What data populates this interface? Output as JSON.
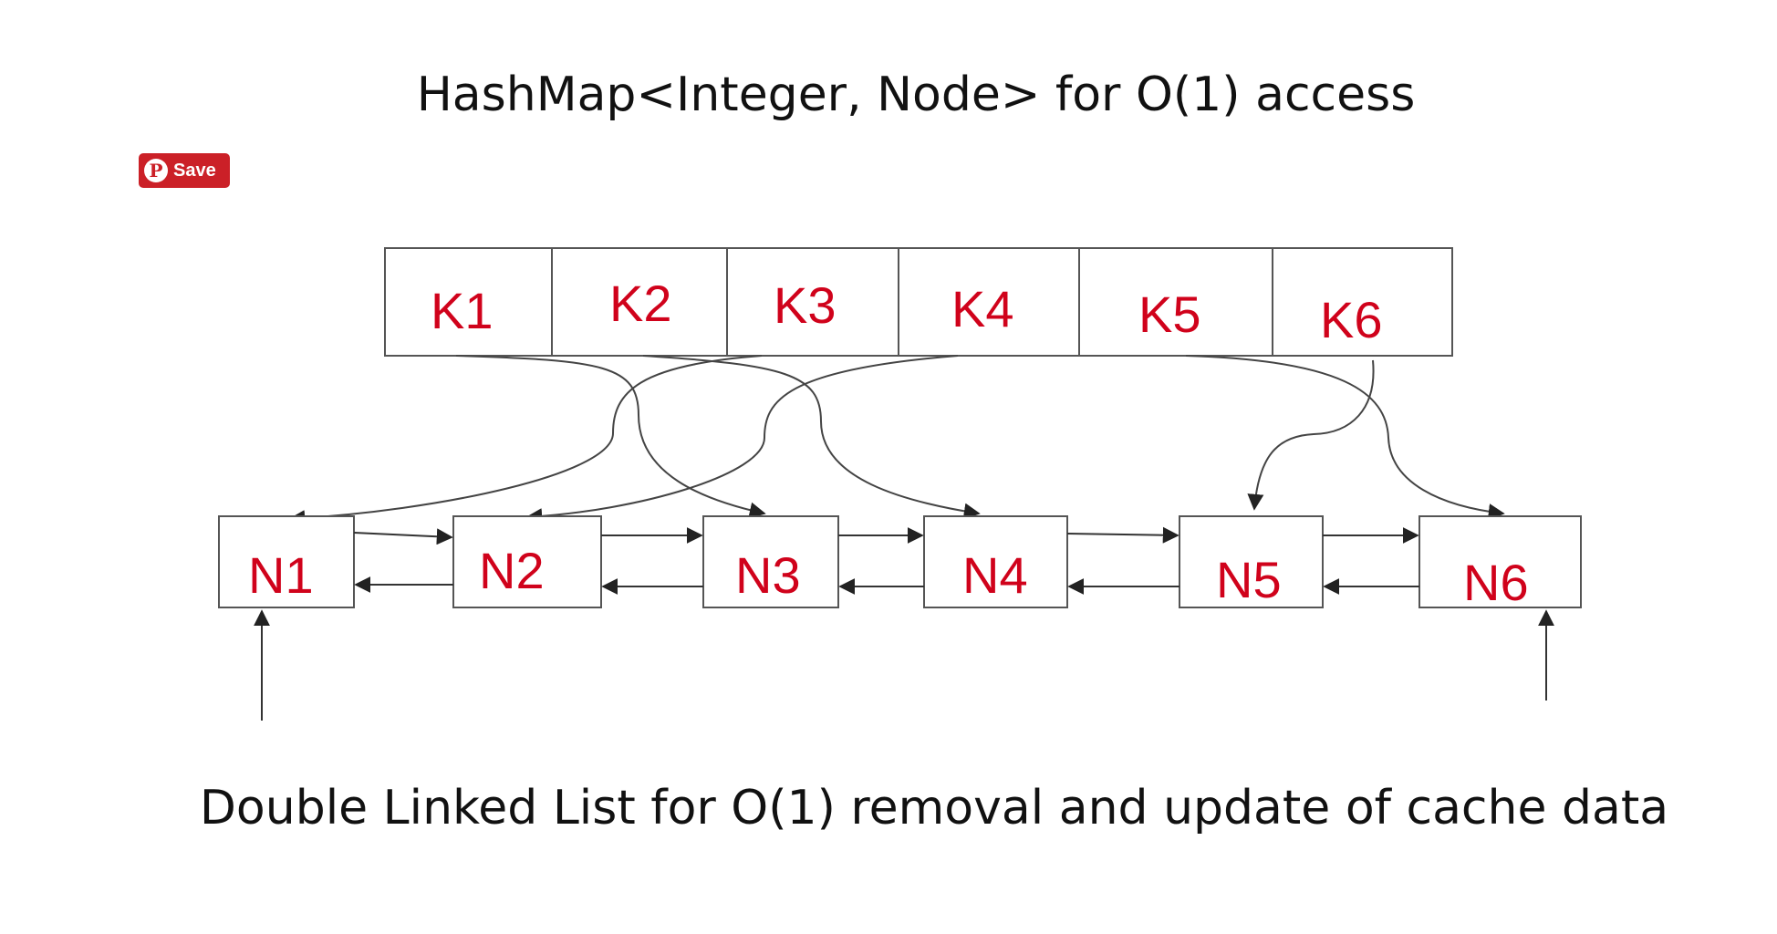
{
  "title": "HashMap<Integer, Node> for O(1) access",
  "caption": "Double Linked List for O(1) removal and update of cache data",
  "save_button": {
    "label": "Save",
    "icon": "pinterest-icon"
  },
  "hashmap": {
    "keys": [
      "K1",
      "K2",
      "K3",
      "K4",
      "K5",
      "K6"
    ]
  },
  "linked_list": {
    "nodes": [
      "N1",
      "N2",
      "N3",
      "N4",
      "N5",
      "N6"
    ]
  },
  "key_to_node": {
    "K1": "N3",
    "K2": "N4",
    "K3": "N1",
    "K4": "N2",
    "K5": "N6",
    "K6": "N5"
  },
  "colors": {
    "label": "#d0021b",
    "line": "#333333",
    "save_button": "#cb2027"
  }
}
